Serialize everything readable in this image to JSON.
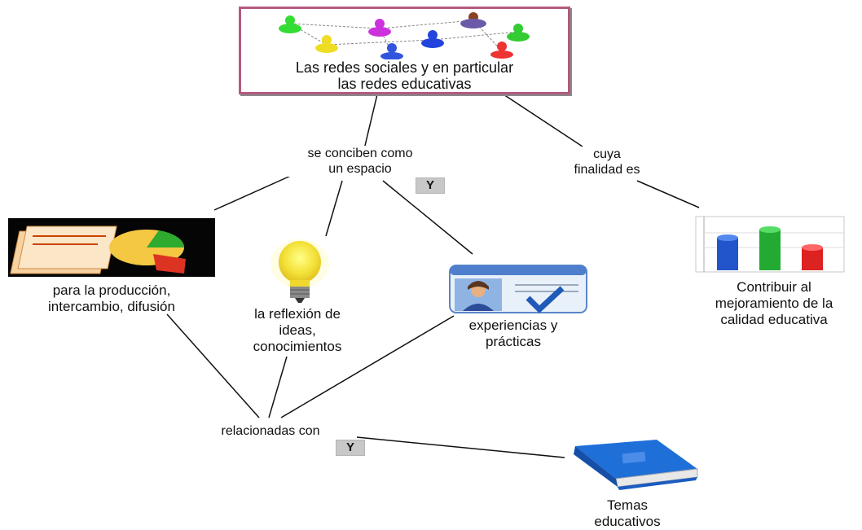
{
  "root": {
    "label_line1": "Las redes sociales y en particular",
    "label_line2": "las redes educativas"
  },
  "links": {
    "concept_line1": "se conciben como",
    "concept_line2": "un espacio",
    "purpose_line1": "cuya",
    "purpose_line2": "finalidad es",
    "related": "relacionadas con"
  },
  "badges": {
    "y1": "Y",
    "y2": "Y"
  },
  "nodes": {
    "production_line1": "para la producción,",
    "production_line2": "intercambio, difusión",
    "reflection_line1": "la reflexión de",
    "reflection_line2": "ideas,",
    "reflection_line3": "conocimientos",
    "experiences_line1": "experiencias y",
    "experiences_line2": "prácticas",
    "contribute_line1": "Contribuir al",
    "contribute_line2": "mejoramiento de la",
    "contribute_line3": "calidad educativa",
    "topics_line1": "Temas",
    "topics_line2": "educativos"
  },
  "colors": {
    "root_border": "#b35a7f",
    "badge_bg": "#c8c8c8",
    "line": "#111111"
  },
  "icons": {
    "root": "social-network-icon",
    "production": "documents-pie-chart-icon",
    "reflection": "light-bulb-icon",
    "experiences": "profile-card-check-icon",
    "contribute": "bar-chart-icon",
    "topics": "book-icon"
  }
}
